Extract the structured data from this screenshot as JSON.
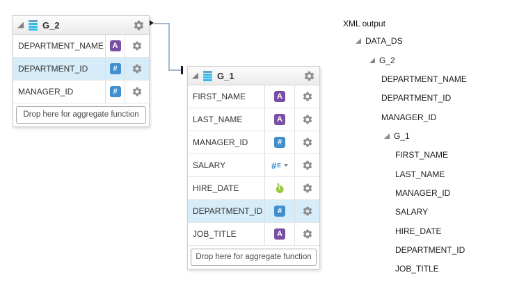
{
  "colors": {
    "selected_row": "#d6ecf9",
    "text_type_icon": "#7a4fa3",
    "number_type_icon": "#418fce",
    "date_type_icon": "#96c83c",
    "gear_icon": "#8d8d8d",
    "connector_line": "#a3b9cb"
  },
  "g2_panel": {
    "title": "G_2",
    "drop_hint": "Drop here for aggregate function",
    "fields": [
      {
        "name": "DEPARTMENT_NAME",
        "icon": "text-type-icon",
        "glyph": "A",
        "selected": false
      },
      {
        "name": "DEPARTMENT_ID",
        "icon": "number-type-icon",
        "glyph": "#",
        "selected": true
      },
      {
        "name": "MANAGER_ID",
        "icon": "number-type-icon",
        "glyph": "#",
        "selected": false
      }
    ]
  },
  "g1_panel": {
    "title": "G_1",
    "drop_hint": "Drop here for aggregate function",
    "fields": [
      {
        "name": "FIRST_NAME",
        "icon": "text-type-icon",
        "glyph": "A",
        "selected": false
      },
      {
        "name": "LAST_NAME",
        "icon": "text-type-icon",
        "glyph": "A",
        "selected": false
      },
      {
        "name": "MANAGER_ID",
        "icon": "number-type-icon",
        "glyph": "#",
        "selected": false
      },
      {
        "name": "SALARY",
        "icon": "number-aggregate-type-icon",
        "glyph": "#",
        "suffix": "E",
        "has_dropdown": true,
        "selected": false
      },
      {
        "name": "HIRE_DATE",
        "icon": "date-type-icon",
        "glyph": "",
        "selected": false
      },
      {
        "name": "DEPARTMENT_ID",
        "icon": "number-type-icon",
        "glyph": "#",
        "selected": true
      },
      {
        "name": "JOB_TITLE",
        "icon": "text-type-icon",
        "glyph": "A",
        "selected": false
      }
    ]
  },
  "xml_output": {
    "label": "XML output",
    "nodes": [
      {
        "label": "DATA_DS",
        "level": 1,
        "expandable": true
      },
      {
        "label": "G_2",
        "level": 2,
        "expandable": true
      },
      {
        "label": "DEPARTMENT_NAME",
        "level": 3,
        "expandable": false
      },
      {
        "label": "DEPARTMENT_ID",
        "level": 3,
        "expandable": false
      },
      {
        "label": "MANAGER_ID",
        "level": 3,
        "expandable": false
      },
      {
        "label": "G_1",
        "level": 3,
        "expandable": true
      },
      {
        "label": "FIRST_NAME",
        "level": 4,
        "expandable": false
      },
      {
        "label": "LAST_NAME",
        "level": 4,
        "expandable": false
      },
      {
        "label": "MANAGER_ID",
        "level": 4,
        "expandable": false
      },
      {
        "label": "SALARY",
        "level": 4,
        "expandable": false
      },
      {
        "label": "HIRE_DATE",
        "level": 4,
        "expandable": false
      },
      {
        "label": "DEPARTMENT_ID",
        "level": 4,
        "expandable": false
      },
      {
        "label": "JOB_TITLE",
        "level": 4,
        "expandable": false
      }
    ]
  }
}
